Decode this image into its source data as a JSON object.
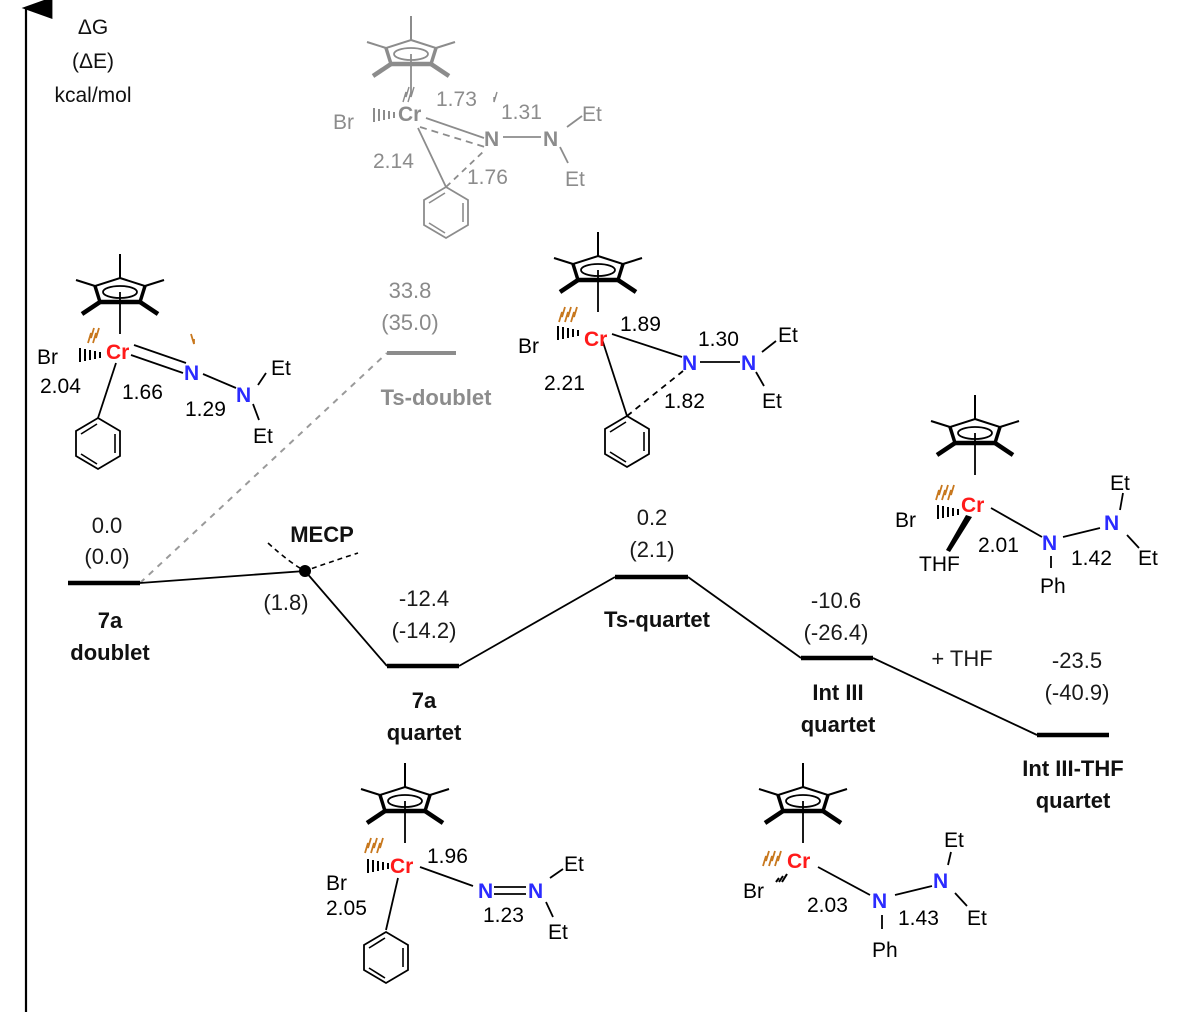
{
  "axis": {
    "line1": "ΔG",
    "line2": "(ΔE)",
    "line3": "kcal/mol"
  },
  "colors": {
    "main": "#000000",
    "doublet_path": "#8c8c8c",
    "chromium": "#ff1a1a",
    "nitrogen": "#2b2bff",
    "spin_arrow": "#c8781e"
  },
  "states": [
    {
      "id": "7a-doublet",
      "label1": "7a",
      "label2": "doublet",
      "dG": "0.0",
      "dE": "(0.0)"
    },
    {
      "id": "mecp",
      "label1": "MECP",
      "dE": "(1.8)"
    },
    {
      "id": "7a-quartet",
      "label1": "7a",
      "label2": "quartet",
      "dG": "-12.4",
      "dE": "(-14.2)"
    },
    {
      "id": "ts-quartet",
      "label1": "Ts-quartet",
      "dG": "0.2",
      "dE": "(2.1)"
    },
    {
      "id": "int3-quartet",
      "label1": "Int III",
      "label2": "quartet",
      "dG": "-10.6",
      "dE": "(-26.4)"
    },
    {
      "id": "int3-thf-quartet",
      "label1": "Int III-THF",
      "label2": "quartet",
      "dG": "-23.5",
      "dE": "(-40.9)"
    },
    {
      "id": "ts-doublet",
      "label1": "Ts-doublet",
      "dG": "33.8",
      "dE": "(35.0)"
    }
  ],
  "step_annotation": "+ THF",
  "chart_data": {
    "type": "energy-profile",
    "ylabel": "ΔG (ΔE) kcal/mol",
    "quartet_path": [
      "7a doublet",
      "MECP",
      "7a quartet",
      "Ts-quartet",
      "Int III quartet",
      "Int III-THF quartet"
    ],
    "doublet_path": [
      "7a doublet",
      "Ts-doublet"
    ],
    "dG": {
      "7a doublet": 0.0,
      "7a quartet": -12.4,
      "Ts-quartet": 0.2,
      "Int III quartet": -10.6,
      "Int III-THF quartet": -23.5,
      "Ts-doublet": 33.8
    },
    "dE": {
      "7a doublet": 0.0,
      "MECP": 1.8,
      "7a quartet": -14.2,
      "Ts-quartet": 2.1,
      "Int III quartet": -26.4,
      "Int III-THF quartet": -40.9,
      "Ts-doublet": 35.0
    }
  },
  "structures": {
    "ts_doublet": {
      "br": "Br",
      "cr": "Cr",
      "n1": "N",
      "n2": "N",
      "et1": "Et",
      "et2": "Et",
      "d1": "1.73",
      "d2": "1.31",
      "d3": "2.14",
      "d4": "1.76"
    },
    "doublet_7a": {
      "br": "Br",
      "cr": "Cr",
      "n1": "N",
      "n2": "N",
      "et1": "Et",
      "et2": "Et",
      "d1": "2.04",
      "d2": "1.66",
      "d3": "1.29"
    },
    "ts_quartet": {
      "br": "Br",
      "cr": "Cr",
      "n1": "N",
      "n2": "N",
      "et1": "Et",
      "et2": "Et",
      "d1": "1.89",
      "d2": "1.30",
      "d3": "2.21",
      "d4": "1.82"
    },
    "int3_thf": {
      "br": "Br",
      "cr": "Cr",
      "thf": "THF",
      "n1": "N",
      "n2": "N",
      "et1": "Et",
      "et2": "Et",
      "ph": "Ph",
      "d1": "2.01",
      "d2": "1.42"
    },
    "quartet_7a": {
      "br": "Br",
      "cr": "Cr",
      "n1": "N",
      "n2": "N",
      "et1": "Et",
      "et2": "Et",
      "d1": "1.96",
      "d2": "2.05",
      "d3": "1.23"
    },
    "int3": {
      "br": "Br",
      "cr": "Cr",
      "n1": "N",
      "n2": "N",
      "et1": "Et",
      "et2": "Et",
      "ph": "Ph",
      "d1": "2.03",
      "d2": "1.43"
    }
  }
}
